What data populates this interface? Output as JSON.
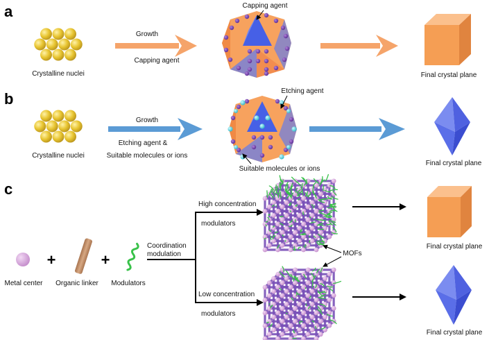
{
  "panels": {
    "a": {
      "letter": "a",
      "nuclei_label": "Crystalline nuclei",
      "arrow_top": "Growth",
      "arrow_bottom": "Capping agent",
      "agent_callout": "Capping agent",
      "final_label": "Final crystal plane"
    },
    "b": {
      "letter": "b",
      "nuclei_label": "Crystalline nuclei",
      "arrow_top": "Growth",
      "arrow_middle": "Etching agent  &",
      "arrow_bottom": "Suitable molecules or ions",
      "agent_callout": "Etching agent",
      "ions_callout": "Suitable molecules or ions",
      "final_label": "Final crystal plane"
    },
    "c": {
      "letter": "c",
      "metal_label": "Metal center",
      "linker_label": "Organic linker",
      "modulator_label": "Modulators",
      "plus": "+",
      "coord_line1": "Coordination",
      "coord_line2": "modulation",
      "high_line1": "High concentration",
      "high_line2": "modulators",
      "low_line1": "Low concentration",
      "low_line2": "modulators",
      "mofs_label": "MOFs",
      "final_label_top": "Final crystal plane",
      "final_label_bottom": "Final crystal plane"
    }
  },
  "colors": {
    "nucleus": "#e6c43a",
    "orange_arrow": "#f5a46a",
    "blue_arrow": "#5b9bd5",
    "cube_orange": "#f7a25e",
    "octa_blue": "#5a6ee8",
    "metal_node": "#d9a9dc",
    "linker": "#c49070",
    "modulator": "#39c24a",
    "capping_dot": "#7a3fb0",
    "etching_dot": "#39c6d6"
  }
}
